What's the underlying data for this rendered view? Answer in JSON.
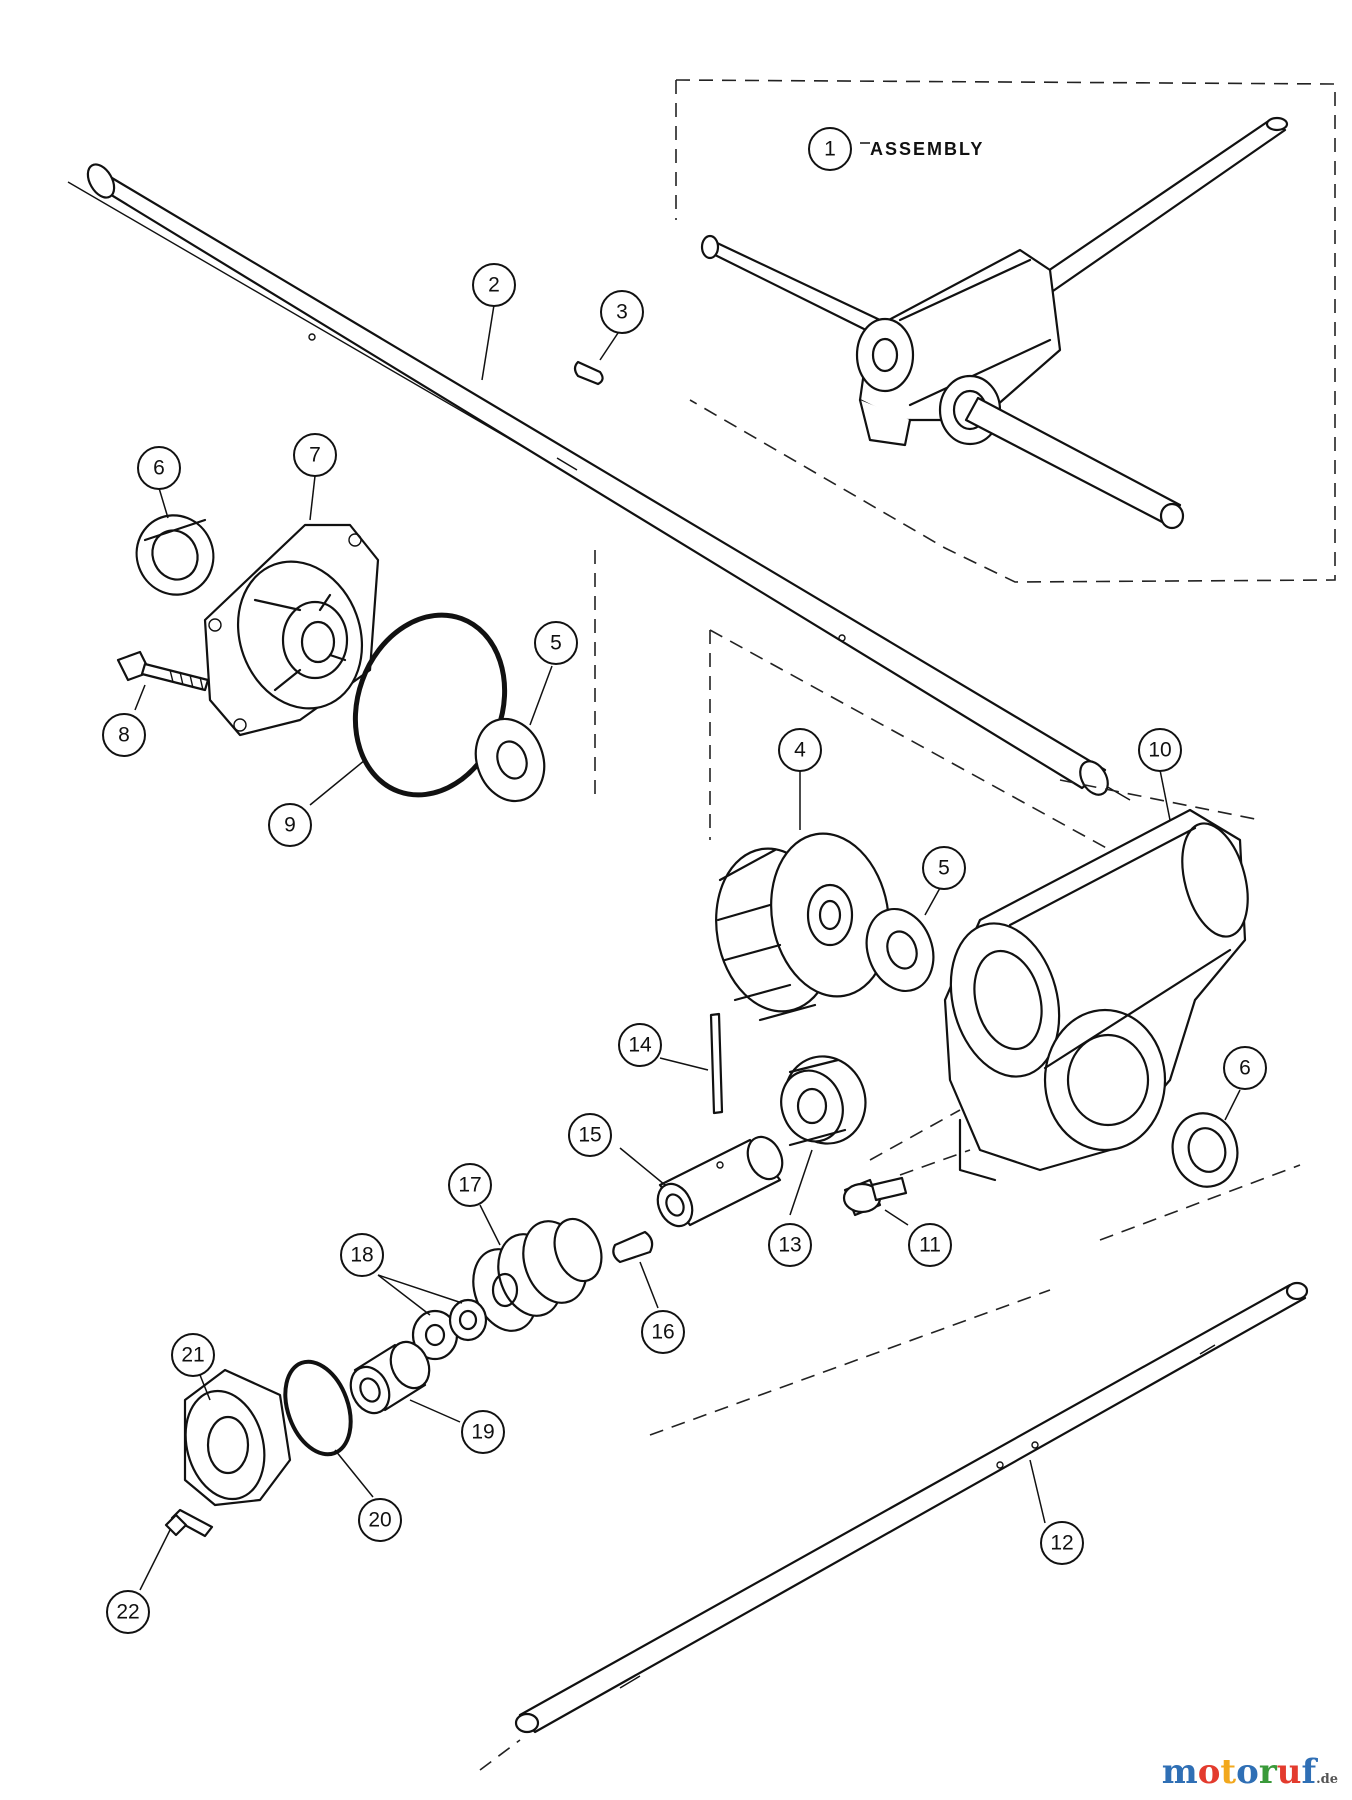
{
  "assembly_label": "ASSEMBLY",
  "callouts": [
    {
      "id": "c1",
      "text": "1"
    },
    {
      "id": "c2",
      "text": "2"
    },
    {
      "id": "c3",
      "text": "3"
    },
    {
      "id": "c4",
      "text": "4"
    },
    {
      "id": "c5a",
      "text": "5"
    },
    {
      "id": "c5b",
      "text": "5"
    },
    {
      "id": "c6a",
      "text": "6"
    },
    {
      "id": "c6b",
      "text": "6"
    },
    {
      "id": "c7",
      "text": "7"
    },
    {
      "id": "c8",
      "text": "8"
    },
    {
      "id": "c9",
      "text": "9"
    },
    {
      "id": "c10",
      "text": "10"
    },
    {
      "id": "c11",
      "text": "11"
    },
    {
      "id": "c12",
      "text": "12"
    },
    {
      "id": "c13",
      "text": "13"
    },
    {
      "id": "c14",
      "text": "14"
    },
    {
      "id": "c15",
      "text": "15"
    },
    {
      "id": "c16",
      "text": "16"
    },
    {
      "id": "c17",
      "text": "17"
    },
    {
      "id": "c18",
      "text": "18"
    },
    {
      "id": "c19",
      "text": "19"
    },
    {
      "id": "c20",
      "text": "20"
    },
    {
      "id": "c21",
      "text": "21"
    },
    {
      "id": "c22",
      "text": "22"
    }
  ],
  "watermark": {
    "parts": [
      "m",
      "o",
      "t",
      "o",
      "r",
      "u",
      "f"
    ],
    "colors": [
      "#2f6fb5",
      "#e33b2e",
      "#f2a81d",
      "#2f6fb5",
      "#3a9a3a",
      "#e33b2e",
      "#2f6fb5"
    ],
    "suffix": ".de"
  }
}
